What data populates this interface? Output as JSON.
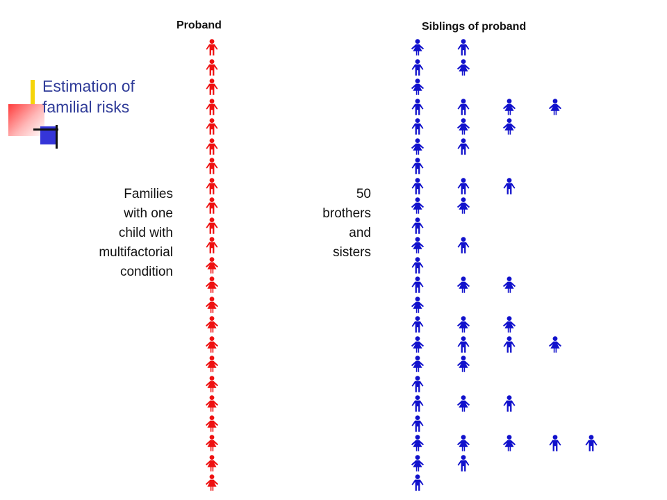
{
  "title_lines": [
    "Estimation of",
    "familial risks"
  ],
  "headers": {
    "proband": "Proband",
    "siblings": "Siblings of proband"
  },
  "families_text_lines": [
    "Families",
    "with one",
    "child with",
    "multifactorial",
    "condition"
  ],
  "siblings_text_lines": [
    "50",
    "brothers",
    "and",
    "sisters"
  ],
  "colors": {
    "proband": "#ee1111",
    "sibling": "#1111cc",
    "title": "#2f3b98"
  },
  "icon_legend": {
    "m": "male-icon",
    "f": "female-icon"
  },
  "proband_column": [
    "m",
    "m",
    "m",
    "m",
    "m",
    "m",
    "m",
    "m",
    "m",
    "m",
    "m",
    "f",
    "f",
    "f",
    "f",
    "f",
    "f",
    "f",
    "f",
    "f",
    "f",
    "f",
    "f"
  ],
  "sibling_rows": [
    [
      "f",
      "m"
    ],
    [
      "m",
      "f"
    ],
    [
      "f"
    ],
    [
      "m",
      "m",
      "f",
      "f"
    ],
    [
      "m",
      "f",
      "f"
    ],
    [
      "f",
      "m"
    ],
    [
      "m"
    ],
    [
      "m",
      "m",
      "m"
    ],
    [
      "f",
      "f"
    ],
    [
      "m"
    ],
    [
      "f",
      "m"
    ],
    [
      "m"
    ],
    [
      "m",
      "f",
      "f"
    ],
    [
      "f"
    ],
    [
      "m",
      "f",
      "f"
    ],
    [
      "f",
      "m",
      "m",
      "f"
    ],
    [
      "f",
      "f"
    ],
    [
      "m"
    ],
    [
      "m",
      "f",
      "m"
    ],
    [
      "m"
    ],
    [
      "f",
      "f",
      "f",
      "m",
      "m"
    ],
    [
      "f",
      "m"
    ],
    [
      "m"
    ]
  ]
}
